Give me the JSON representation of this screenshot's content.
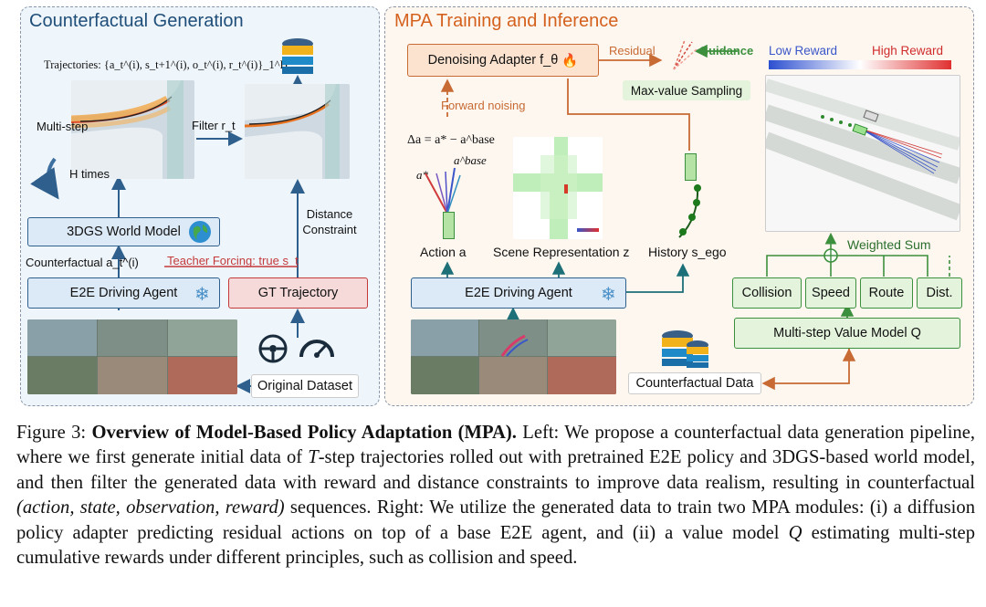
{
  "left": {
    "title": "Counterfactual Generation",
    "trajectories_label": "Trajectories: {a_t^(i), s_t+1^(i), o_t^(i), r_t^(i)}_1^H",
    "multi_step": "Multi-step",
    "h_times": "H times",
    "filter": "Filter r_t",
    "world_model": "3DGS World Model",
    "distance_constraint": "Distance Constraint",
    "counterfactual": "Counterfactual a_t^(i)",
    "teacher_forcing": "Teacher Forcing: true s_t",
    "agent": "E2E Driving Agent",
    "gt": "GT Trajectory",
    "dataset": "Original Dataset"
  },
  "right": {
    "title": "MPA Training and Inference",
    "adapter": "Denoising Adapter f_θ",
    "residual": "Residual",
    "guidance": "Guidance",
    "low_reward": "Low Reward",
    "high_reward": "High Reward",
    "max_value": "Max-value Sampling",
    "forward_noising": "Forward noising",
    "delta": "Δa = a* − a^base",
    "a_star": "a*",
    "a_base": "a^base",
    "action": "Action a",
    "scene": "Scene Representation z",
    "history": "History s_ego",
    "weighted_sum": "Weighted Sum",
    "agent": "E2E Driving Agent",
    "rewards": [
      "Collision",
      "Speed",
      "Route",
      "Dist."
    ],
    "value_model": "Multi-step Value Model Q",
    "counterfactual_data": "Counterfactual Data"
  },
  "caption": {
    "fig": "Figure 3:",
    "title": "Overview of Model-Based Policy Adaptation (MPA).",
    "text1": "Left: We propose a counterfactual data generation pipeline, where we first generate initial data of",
    "T": "T",
    "text2": "-step trajectories rolled out with pretrained E2E policy and 3DGS-based world model, and then filter the generated data with reward and distance constraints to improve data realism, resulting in counterfactual",
    "italic": "(action, state, observation, reward)",
    "text3": "sequences. Right: We utilize the generated data to train two MPA modules: (i) a diffusion policy adapter predicting residual actions on top of a base E2E agent, and (ii) a value model",
    "Q": "Q",
    "text4": "estimating multi-step cumulative rewards under different principles, such as collision and speed."
  },
  "colors": {
    "blue_border": "#2f5f8c",
    "red_border": "#c43a3a",
    "orange": "#c86a33",
    "green": "#3c8f3c",
    "title_blue": "#1f4e79",
    "title_orange": "#d4611e"
  }
}
